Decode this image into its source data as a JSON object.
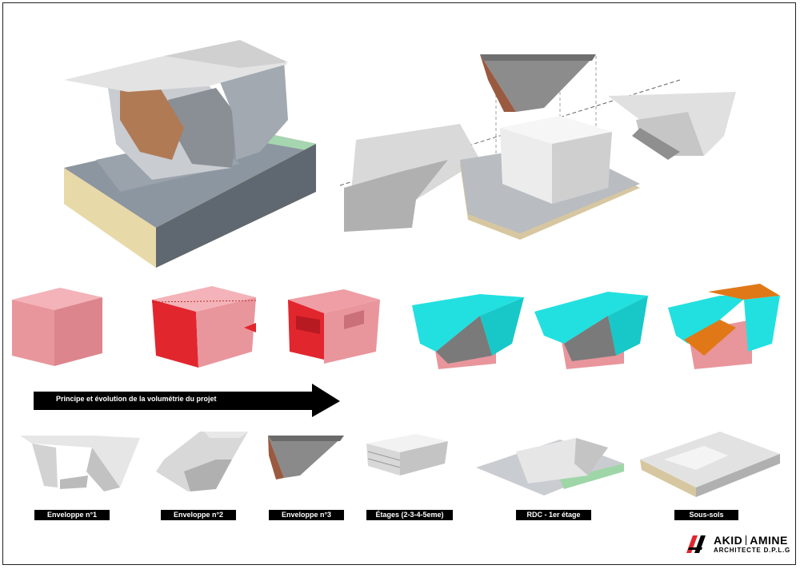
{
  "arrow": {
    "label": "Principe et évolution de la volumétrie du projet"
  },
  "components": [
    {
      "label": "Enveloppe n°1"
    },
    {
      "label": "Enveloppe n°2"
    },
    {
      "label": "Enveloppe n°3"
    },
    {
      "label": "Étages (2-3-4-5eme)"
    },
    {
      "label": "RDC - 1er étage"
    },
    {
      "label": "Sous-sols"
    }
  ],
  "logo": {
    "mark": "AA",
    "name_first": "AKID",
    "name_last": "AMINE",
    "title": "ARCHITECTE",
    "degree": "D.P.L.G"
  },
  "colors": {
    "mass_pink": "#e9959c",
    "mass_red": "#e2262e",
    "envelope_cyan": "#22e0e0",
    "envelope_orange": "#e07818",
    "concrete": "#bfbfbf",
    "ground_green": "#9fd6a8"
  }
}
